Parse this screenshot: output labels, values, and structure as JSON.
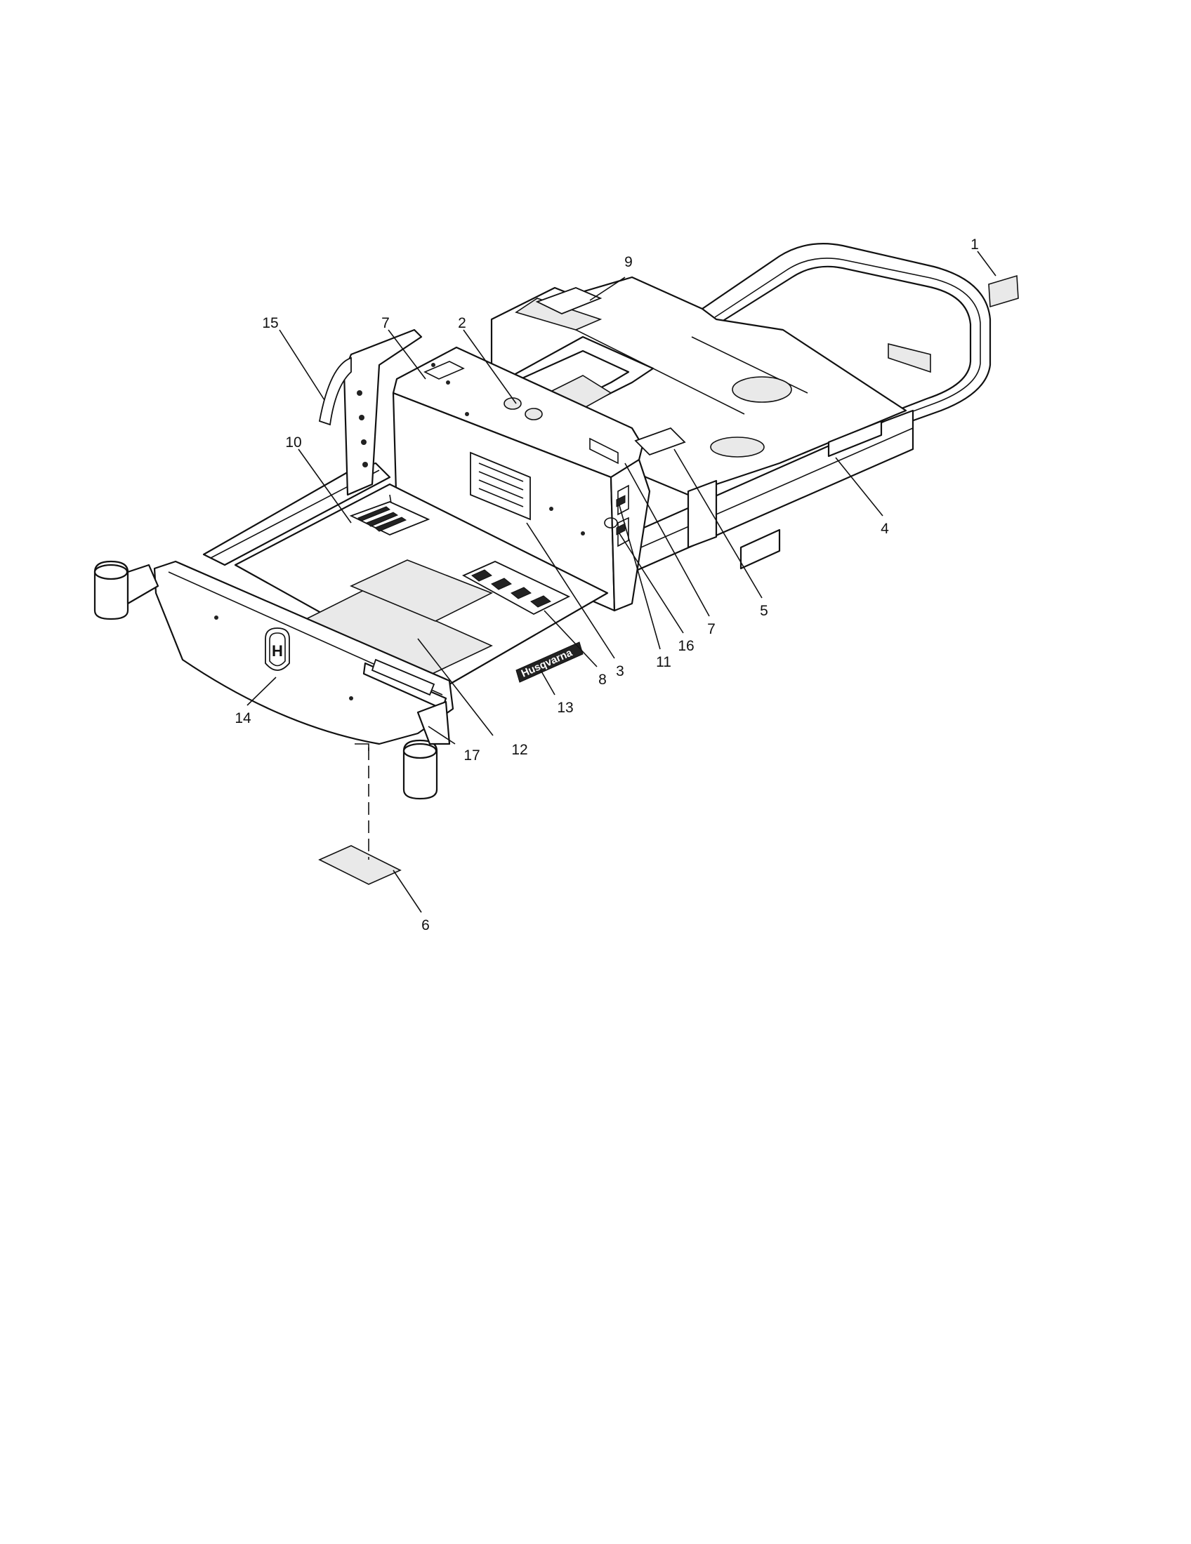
{
  "diagram": {
    "callouts": [
      {
        "id": "1",
        "label": "1"
      },
      {
        "id": "2",
        "label": "2"
      },
      {
        "id": "3",
        "label": "3"
      },
      {
        "id": "4",
        "label": "4"
      },
      {
        "id": "5",
        "label": "5"
      },
      {
        "id": "6",
        "label": "6"
      },
      {
        "id": "7a",
        "label": "7"
      },
      {
        "id": "7b",
        "label": "7"
      },
      {
        "id": "8",
        "label": "8"
      },
      {
        "id": "9",
        "label": "9"
      },
      {
        "id": "10",
        "label": "10"
      },
      {
        "id": "11",
        "label": "11"
      },
      {
        "id": "12",
        "label": "12"
      },
      {
        "id": "13",
        "label": "13"
      },
      {
        "id": "14",
        "label": "14"
      },
      {
        "id": "15",
        "label": "15"
      },
      {
        "id": "16",
        "label": "16"
      },
      {
        "id": "17",
        "label": "17"
      }
    ],
    "brand_decal_text": "Husqvarna",
    "emblem_letter": "H"
  }
}
